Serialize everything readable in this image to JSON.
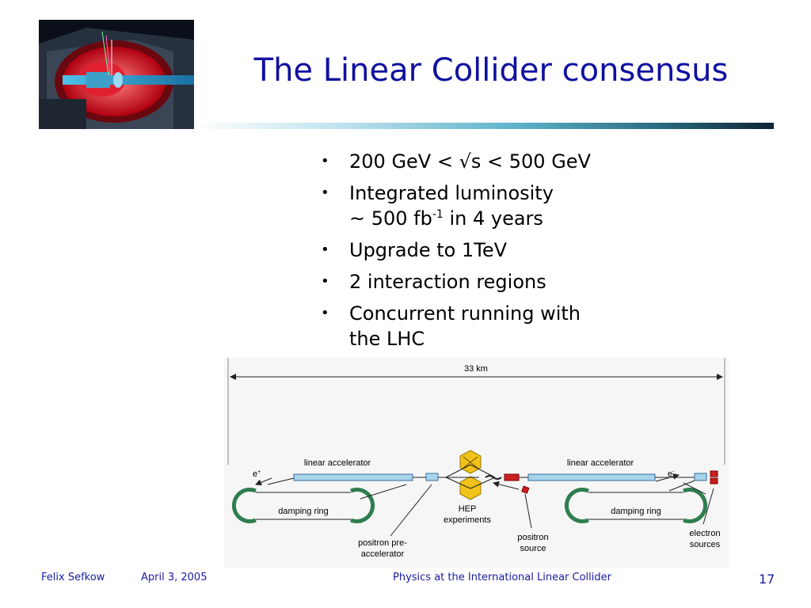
{
  "slide": {
    "title": "The Linear Collider consensus",
    "bullets": [
      {
        "text": "200 GeV <  √s  < 500 GeV"
      },
      {
        "line1": "Integrated luminosity",
        "pre": "~ 500 fb",
        "sup": "-1",
        "post": " in 4 years"
      },
      {
        "text": "Upgrade to 1TeV"
      },
      {
        "text": "2 interaction regions"
      },
      {
        "line1": "Concurrent running with",
        "line2": "the LHC"
      }
    ],
    "bullet_glyph": "•"
  },
  "diagram": {
    "length_label": "33 km",
    "linac_left": "linear accelerator",
    "linac_right": "linear accelerator",
    "positron_label": "e",
    "positron_sup": "+",
    "electron_label": "e",
    "electron_sup": "-",
    "damping_left": "damping ring",
    "damping_right": "damping ring",
    "hep_line1": "HEP",
    "hep_line2": "experiments",
    "pre_acc_line1": "positron pre-",
    "pre_acc_line2": "accelerator",
    "pos_src_line1": "positron",
    "pos_src_line2": "source",
    "elec_src_line1": "electron",
    "elec_src_line2": "sources",
    "colors": {
      "linac": "#a7d3ec",
      "ring": "#2e7d4f",
      "hep": "#f2c21a",
      "source": "#cc1f1f"
    }
  },
  "footer": {
    "author": "Felix Sefkow",
    "date": "April 3, 2005",
    "talk": "Physics at the International Linear Collider",
    "page": "17"
  },
  "colors": {
    "title": "#1010a0",
    "footer": "#1a1aa0"
  }
}
